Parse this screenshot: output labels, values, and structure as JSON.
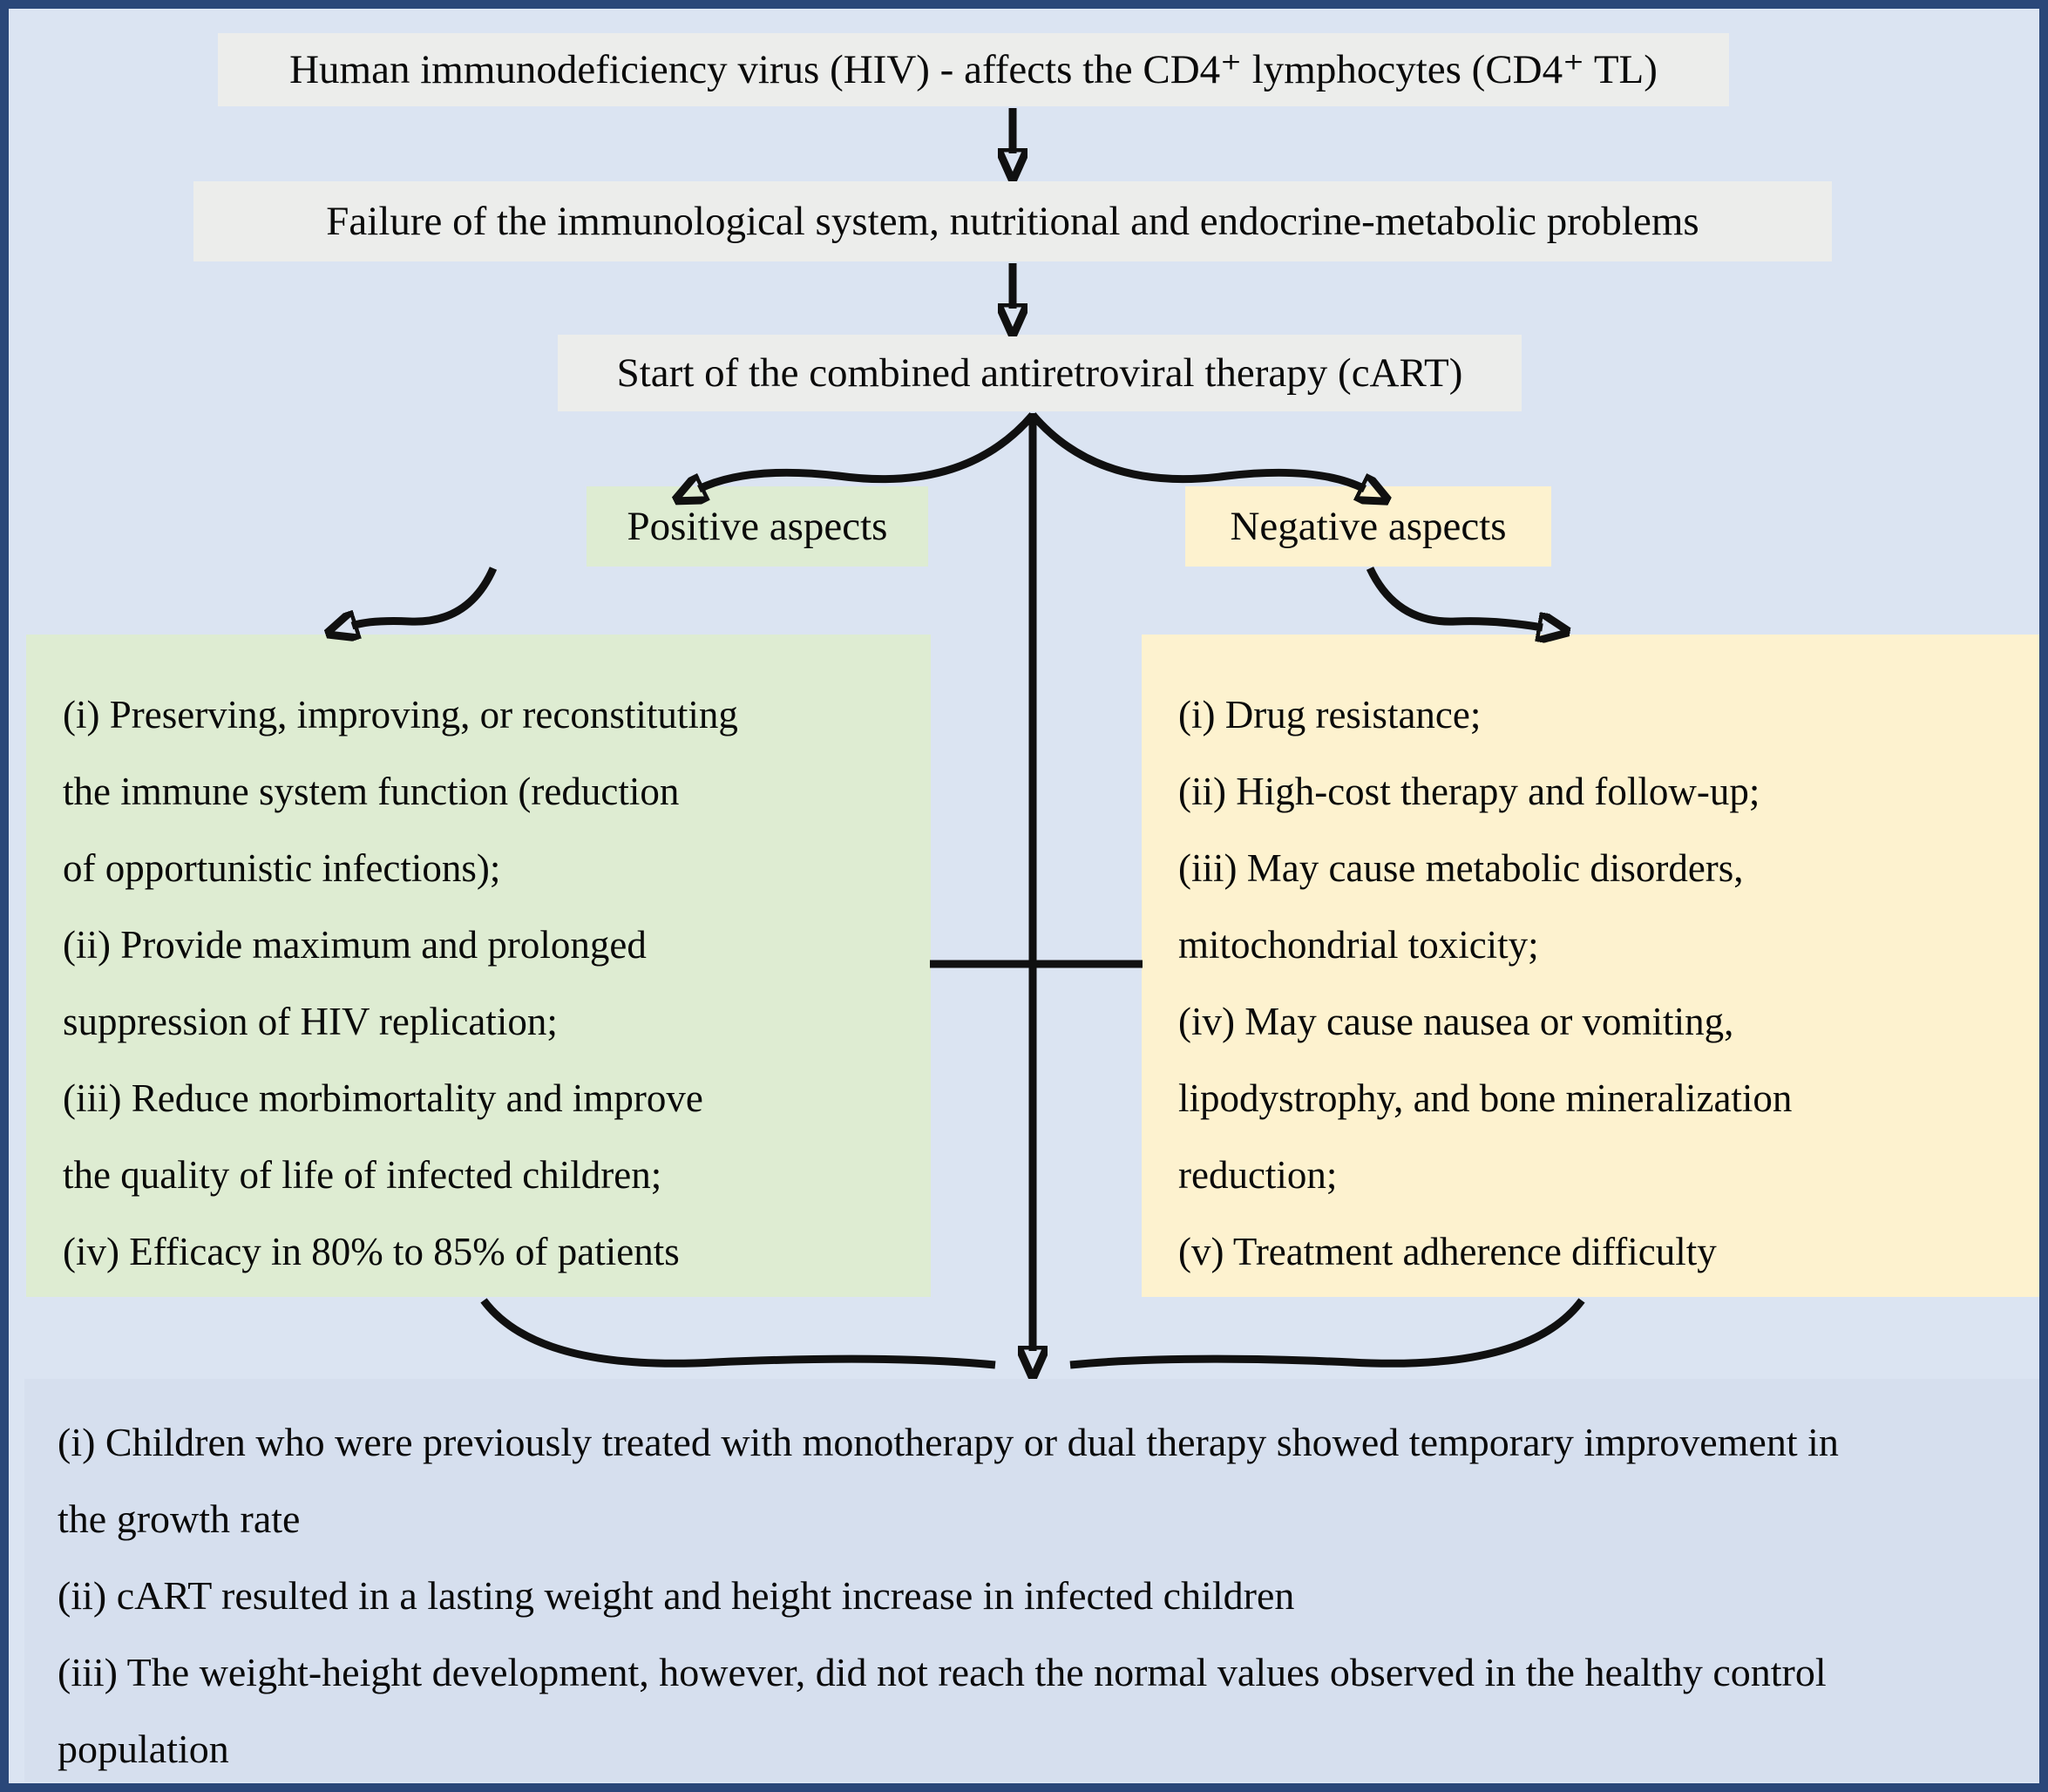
{
  "flow": {
    "hiv_box": "Human immunodeficiency virus (HIV) - affects the CD4⁺ lymphocytes (CD4⁺ TL)",
    "failure_box": "Failure of the immunological system, nutritional and endocrine-metabolic problems",
    "cart_box": "Start of the combined antiretroviral therapy (cART)",
    "positive_label": "Positive aspects",
    "negative_label": "Negative aspects"
  },
  "positive_box": {
    "lines": [
      "(i) Preserving, improving, or reconstituting",
      "the immune system function (reduction",
      "of opportunistic infections);",
      "(ii) Provide maximum and prolonged",
      "suppression of HIV replication;",
      "(iii) Reduce morbimortality and improve",
      "the quality of life of infected children;",
      "(iv) Efficacy in 80% to 85% of patients"
    ]
  },
  "negative_box": {
    "lines": [
      "(i) Drug resistance;",
      "(ii) High-cost therapy and follow-up;",
      "(iii) May cause metabolic disorders,",
      "mitochondrial toxicity;",
      "(iv) May cause nausea or vomiting,",
      "lipodystrophy, and bone mineralization",
      "reduction;",
      "(v) Treatment adherence difficulty"
    ]
  },
  "outcomes_box": {
    "lines": [
      "(i) Children who were previously treated with monotherapy or dual therapy showed temporary improvement in",
      "the growth rate",
      "(ii) cART resulted in a lasting weight and height increase in infected children",
      "(iii) The weight-height development, however, did not reach the normal values observed in the healthy control",
      "population"
    ]
  },
  "colors": {
    "background": "#dbe4f2",
    "border": "#2a4779",
    "gray_box": "#ecedeb",
    "positive_green": "#deecd2",
    "negative_yellow": "#fdf2cf",
    "outcomes_blue": "#d6dfee",
    "arrow": "#101010"
  }
}
